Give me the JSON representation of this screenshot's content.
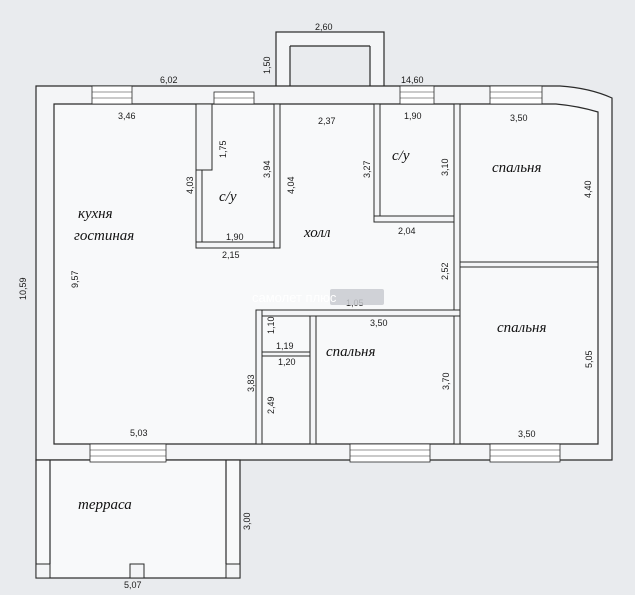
{
  "rooms": {
    "kitchen_line1": "кухня",
    "kitchen_line2": "гостиная",
    "wc1": "с/у",
    "wc2": "с/у",
    "hall": "холл",
    "bedroom_ne": "спальня",
    "bedroom_e": "спальня",
    "bedroom_s": "спальня",
    "terrace": "терраса"
  },
  "dimensions": {
    "porch_width": "2,60",
    "porch_depth": "1,50",
    "north_left": "6,02",
    "north_right": "14,60",
    "kitchen_top": "3,46",
    "wc1_side": "1,75",
    "wc1_left": "4,03",
    "wc1_right": "3,94",
    "wc1_bottom": "1,90",
    "wc1_outer": "2,15",
    "hall_top": "2,37",
    "hall_left": "4,04",
    "wc2_top": "1,90",
    "wc2_left": "3,27",
    "wc2_right": "3,10",
    "wc2_bottom": "2,04",
    "bed_ne_top": "3,50",
    "bed_ne_side": "4,40",
    "hall_right": "2,52",
    "total_height": "10,59",
    "kitchen_height": "9,57",
    "small_top": "1,10",
    "small_w1": "1,19",
    "small_w2": "1,20",
    "bed_s_top": "3,50",
    "corr_height": "3,83",
    "small_height": "2,49",
    "bed_s_side": "3,70",
    "bed_e_side": "5,05",
    "bed_e_bottom": "3,50",
    "kitchen_bottom": "5,03",
    "terrace_side": "3,00",
    "terrace_width": "5,07",
    "hall_small": "1,05"
  },
  "watermark": "самолет плюс"
}
